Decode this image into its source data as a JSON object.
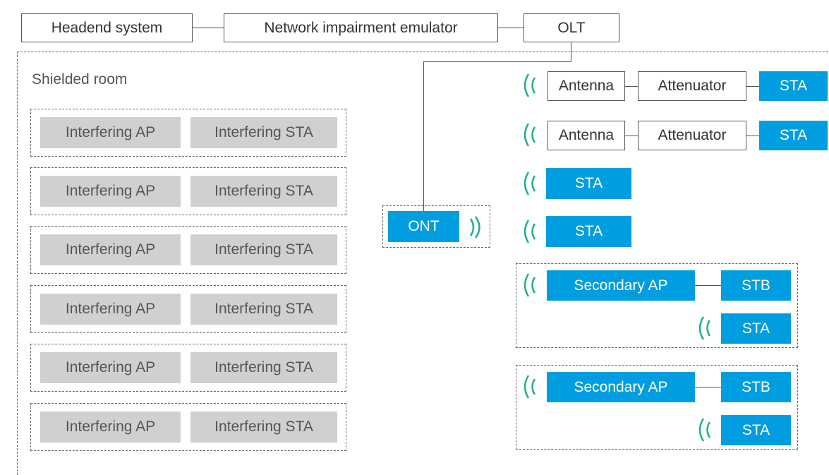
{
  "top_chain": {
    "headend": "Headend system",
    "emulator": "Network impairment emulator",
    "olt": "OLT"
  },
  "shielded_room": {
    "label": "Shielded room",
    "interferer_pairs": [
      {
        "ap": "Interfering AP",
        "sta": "Interfering STA"
      },
      {
        "ap": "Interfering AP",
        "sta": "Interfering STA"
      },
      {
        "ap": "Interfering AP",
        "sta": "Interfering STA"
      },
      {
        "ap": "Interfering AP",
        "sta": "Interfering STA"
      },
      {
        "ap": "Interfering AP",
        "sta": "Interfering STA"
      },
      {
        "ap": "Interfering AP",
        "sta": "Interfering STA"
      }
    ],
    "ont": "ONT",
    "attenuated_clients": [
      {
        "antenna": "Antenna",
        "attenuator": "Attenuator",
        "sta": "STA"
      },
      {
        "antenna": "Antenna",
        "attenuator": "Attenuator",
        "sta": "STA"
      }
    ],
    "direct_clients": [
      {
        "sta": "STA"
      },
      {
        "sta": "STA"
      }
    ],
    "mesh_groups": [
      {
        "secondary_ap": "Secondary AP",
        "stb": "STB",
        "sta": "STA"
      },
      {
        "secondary_ap": "Secondary AP",
        "stb": "STB",
        "sta": "STA"
      }
    ]
  },
  "colors": {
    "device_blue": "#009ee0",
    "interferer_grey": "#d0d0d0",
    "wireless_green": "#1fae8e",
    "line": "#555555"
  }
}
